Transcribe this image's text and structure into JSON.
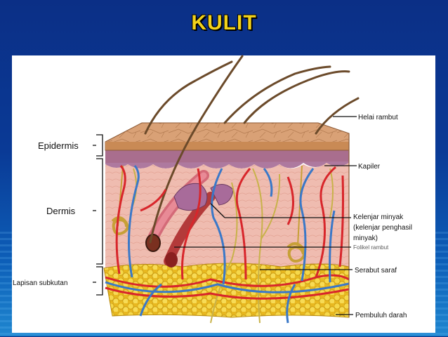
{
  "slide": {
    "title": "KULIT"
  },
  "labels": {
    "epidermis": "Epidermis",
    "dermis": "Dermis",
    "subkutan": "Lapisan subkutan",
    "helai_rambut": "Helai rambut",
    "kapiler": "Kapiler",
    "kelenjar_1": "Kelenjar minyak",
    "kelenjar_2": "(kelenjar penghasil",
    "kelenjar_3": "minyak)",
    "folikel": "Folikel rambut",
    "serabut_saraf": "Serabut saraf",
    "pembuluh_darah": "Pembuluh darah"
  },
  "colors": {
    "background": "#0b3a96",
    "title": "#f2d21a",
    "epidermis": "#c98a55",
    "dermis": "#efbcb0",
    "fat": "#f0cf3a",
    "artery": "#d8262b",
    "vein": "#3a78c8",
    "nerve": "#c8b24a"
  }
}
